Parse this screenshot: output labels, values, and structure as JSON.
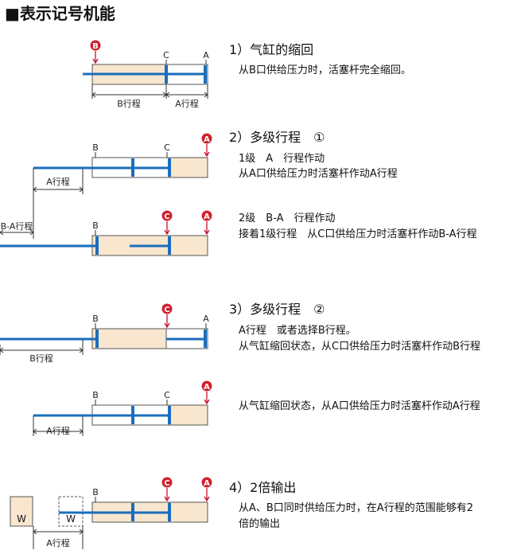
{
  "title": "■表示记号机能",
  "colors": {
    "chamber": "#f8e6cf",
    "empty": "#ffffff",
    "rod": "#1a6ebd",
    "port_pressure": "#d0202e",
    "outline": "#555555"
  },
  "sections": [
    {
      "heading": "1）气缸的缩回",
      "lines": [
        "从B口供给压力时，活塞杆完全缩回。"
      ],
      "ports": {
        "b": "B",
        "c": "C",
        "a": "A"
      },
      "dims": {
        "b_stroke": "B行程",
        "a_stroke": "A行程"
      }
    },
    {
      "heading": "2）多级行程　①",
      "stage1": {
        "lines": [
          "1级　A　行程作动",
          "从A口供给压力时活塞杆作动A行程"
        ],
        "ports": {
          "b": "B",
          "c": "C",
          "a": "A"
        },
        "dims": {
          "a_stroke": "A行程"
        }
      },
      "stage2": {
        "lines": [
          "2级　B-A　行程作动",
          "接着1级行程　从C口供给压力时活塞杆作动B-A行程"
        ],
        "ports": {
          "b": "B",
          "c": "C",
          "a": "A"
        },
        "dims": {
          "ba_stroke": "B-A行程"
        }
      }
    },
    {
      "heading": "3）多级行程　②",
      "stage1": {
        "lines": [
          "A行程　或者选择B行程。",
          "从气缸缩回状态，从C口供给压力时活塞杆作动B行程"
        ],
        "ports": {
          "b": "B",
          "c": "C",
          "a": "A"
        },
        "dims": {
          "b_stroke": "B行程"
        }
      },
      "stage2": {
        "lines": [
          "从气缸缩回状态，从A口供给压力时活塞杆作动A行程"
        ],
        "ports": {
          "b": "B",
          "c": "C",
          "a": "A"
        },
        "dims": {
          "a_stroke": "A行程"
        }
      }
    },
    {
      "heading": "4）2倍输出",
      "lines": [
        "从A、B口同时供给压力时，在A行程的范围能够有2",
        "倍的输出"
      ],
      "ports": {
        "b": "B",
        "c": "C",
        "a": "A"
      },
      "load_label": "W",
      "dims": {
        "a_stroke": "A行程"
      }
    }
  ]
}
